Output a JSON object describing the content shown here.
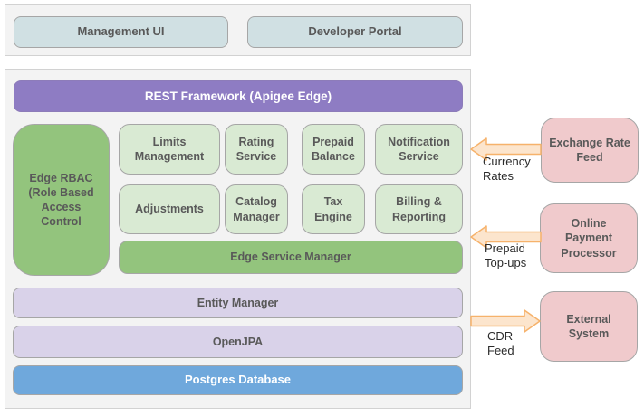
{
  "colors": {
    "canvas-bg": "#ffffff",
    "container-bg": "#f3f3f3",
    "container-border": "#d2d2d2",
    "box-border": "#a6a6a6",
    "cyan-box": "#d0e0e3",
    "purple-bar": "#8e7cc3",
    "green-box": "#93c47d",
    "light-green-box": "#d9ead3",
    "lavender-bar": "#d9d2e9",
    "blue-bar": "#6fa8dc",
    "pink-box": "#f0cacc",
    "arrow-fill": "#fce5cd",
    "arrow-stroke": "#f6b26b",
    "text-gray": "#595959",
    "text-white": "#ffffff",
    "label-text": "#2b2b2b"
  },
  "client_layer": {
    "management_ui": "Management UI",
    "developer_portal": "Developer Portal"
  },
  "platform": {
    "rest_framework": "REST Framework (Apigee Edge)",
    "edge_rbac": "Edge RBAC (Role Based Access Control",
    "services_row1": [
      "Limits Management",
      "Rating Service",
      "Prepaid Balance",
      "Notification Service"
    ],
    "services_row2": [
      "Adjustments",
      "Catalog Manager",
      "Tax Engine",
      "Billing & Reporting"
    ],
    "edge_service_manager": "Edge Service Manager",
    "entity_manager": "Entity Manager",
    "openjpa": "OpenJPA",
    "postgres": "Postgres Database"
  },
  "external": {
    "exchange_rate_feed": "Exchange Rate Feed",
    "online_payment_processor": "Online Payment Processor",
    "external_system": "External System"
  },
  "flows": {
    "currency_rates": "Currency Rates",
    "prepaid_topups": "Prepaid Top-ups",
    "cdr_feed": "CDR Feed"
  }
}
